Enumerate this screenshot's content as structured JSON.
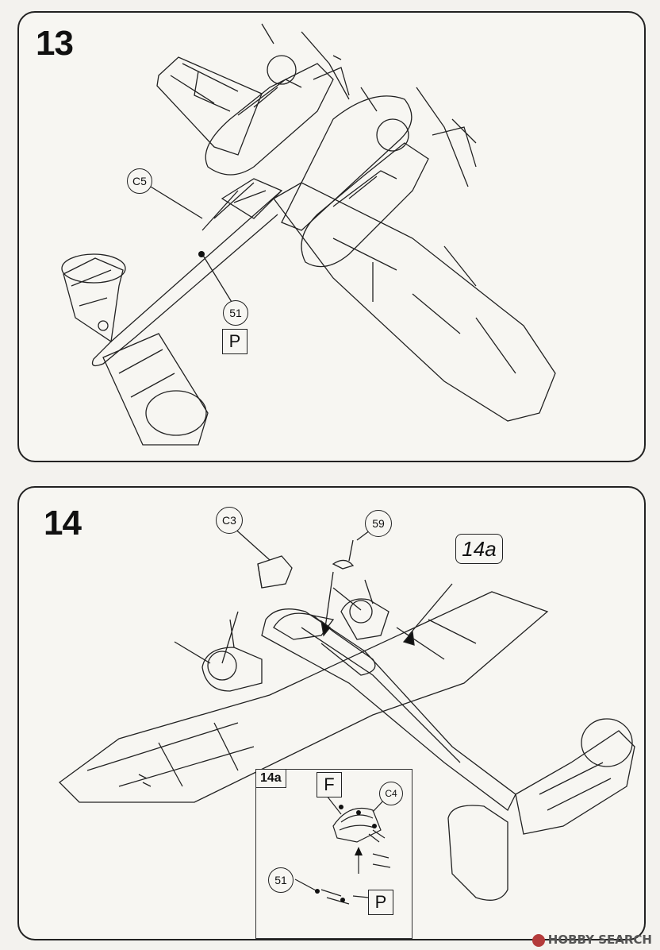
{
  "steps": [
    {
      "number": "13",
      "parts": {
        "c5": "C5",
        "p51": "51",
        "paint": "P"
      }
    },
    {
      "number": "14",
      "parts": {
        "c3": "C3",
        "p59": "59",
        "subassembly": "14a"
      }
    }
  ],
  "inset": {
    "tag": "14a",
    "paint_f": "F",
    "part_c4": "C4",
    "part_51": "51",
    "paint_p": "P"
  },
  "watermark": {
    "text": "HOBBY SEARCH",
    "icon": "hobby-search-logo-icon"
  }
}
